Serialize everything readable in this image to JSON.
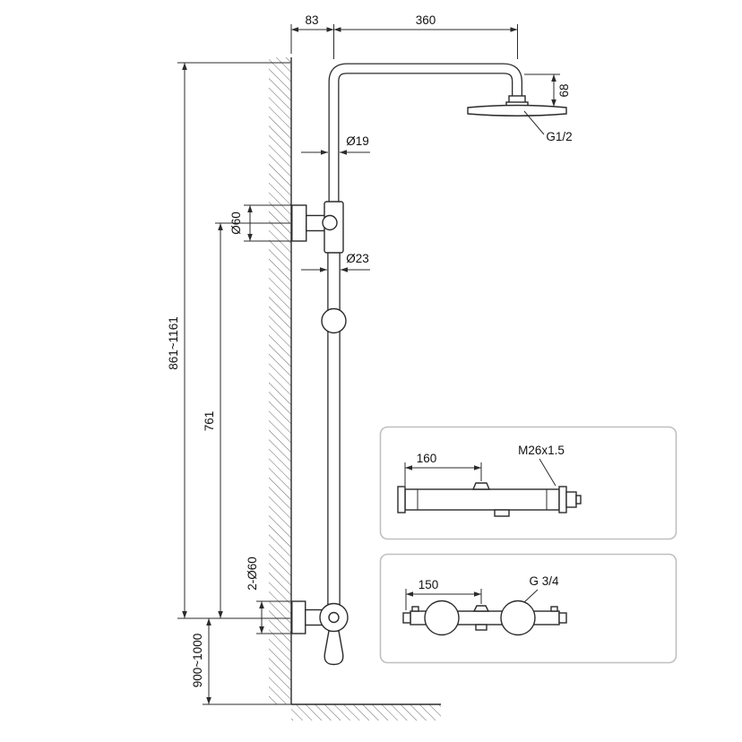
{
  "dimensions": {
    "wall_offset": "83",
    "arm_length": "360",
    "head_height": "68",
    "head_thread": "G1/2",
    "upper_pipe_diameter": "Ø19",
    "upper_mount_diameter": "Ø60",
    "lower_pipe_diameter": "Ø23",
    "overall_height": "861~1161",
    "riser_length": "761",
    "lower_mounts": "2-Ø60",
    "install_height": "900~1000"
  },
  "inset_top": {
    "connection_distance": "160",
    "thread_label": "M26x1.5"
  },
  "inset_bottom": {
    "connection_distance": "150",
    "thread_label": "G 3/4"
  }
}
